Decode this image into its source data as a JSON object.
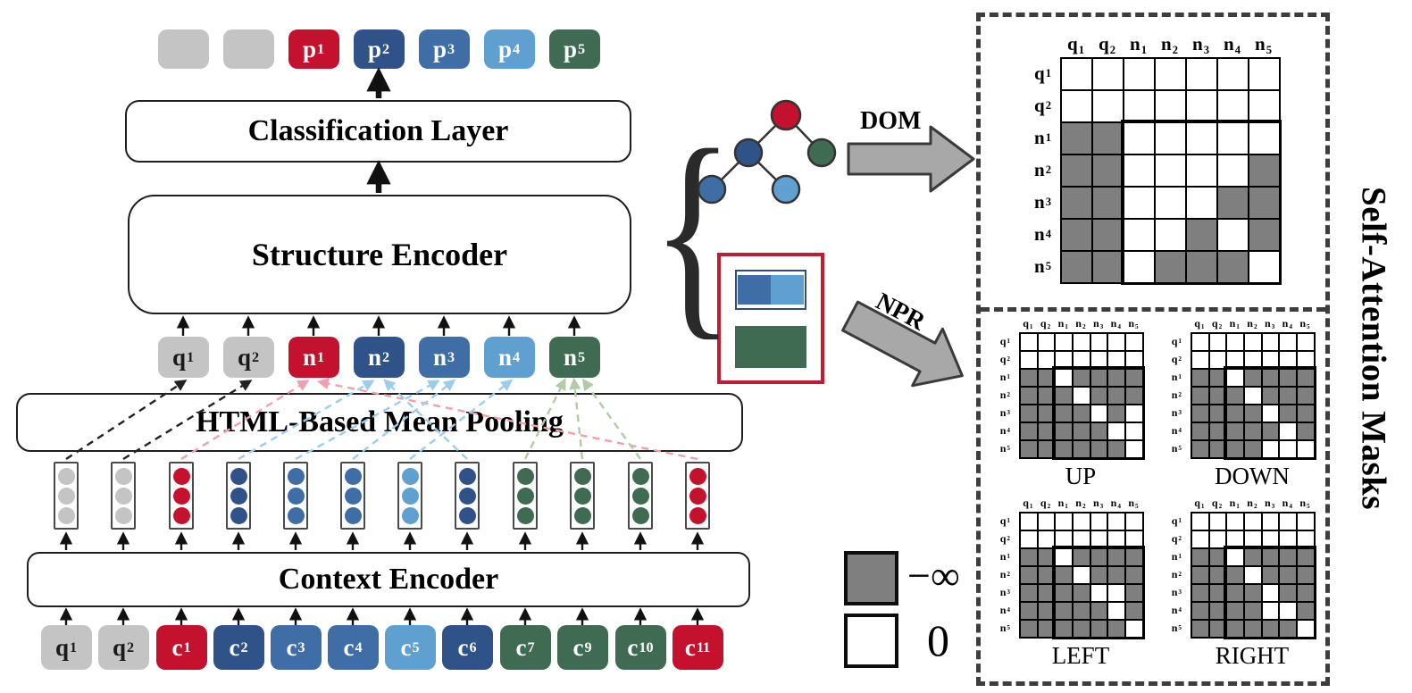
{
  "palette": {
    "red": "#c4122e",
    "dark_blue": "#2f5289",
    "mid_blue": "#3f6ea6",
    "light_blue": "#5fa0d0",
    "green": "#3f6b52",
    "gray": "#c4c4c4",
    "mask_gray": "#7f7f7f",
    "arrow_gray": "#a8a8a8",
    "page_border_red": "#bf1d34",
    "link_black": "#222222",
    "link_pink": "#f0a0ad",
    "link_blue": "#9ccdec",
    "link_green": "#b2cba4"
  },
  "layers": {
    "classification": "Classification Layer",
    "structure_encoder": "Structure Encoder",
    "mean_pooling": "HTML-Based Mean Pooling",
    "context_encoder": "Context Encoder"
  },
  "output_tokens": [
    {
      "b": "",
      "s": "",
      "color": "gray"
    },
    {
      "b": "",
      "s": "",
      "color": "gray"
    },
    {
      "b": "p",
      "s": "1",
      "color": "red"
    },
    {
      "b": "p",
      "s": "2",
      "color": "dark_blue"
    },
    {
      "b": "p",
      "s": "3",
      "color": "mid_blue"
    },
    {
      "b": "p",
      "s": "4",
      "color": "light_blue"
    },
    {
      "b": "p",
      "s": "5",
      "color": "green"
    }
  ],
  "node_tokens": [
    {
      "b": "q",
      "s": "1",
      "color": "gray"
    },
    {
      "b": "q",
      "s": "2",
      "color": "gray"
    },
    {
      "b": "n",
      "s": "1",
      "color": "red"
    },
    {
      "b": "n",
      "s": "2",
      "color": "dark_blue"
    },
    {
      "b": "n",
      "s": "3",
      "color": "mid_blue"
    },
    {
      "b": "n",
      "s": "4",
      "color": "light_blue"
    },
    {
      "b": "n",
      "s": "5",
      "color": "green"
    }
  ],
  "context_tokens": [
    {
      "b": "q",
      "s": "1",
      "color": "gray"
    },
    {
      "b": "q",
      "s": "2",
      "color": "gray"
    },
    {
      "b": "c",
      "s": "1",
      "color": "red"
    },
    {
      "b": "c",
      "s": "2",
      "color": "dark_blue"
    },
    {
      "b": "c",
      "s": "3",
      "color": "mid_blue"
    },
    {
      "b": "c",
      "s": "4",
      "color": "mid_blue"
    },
    {
      "b": "c",
      "s": "5",
      "color": "light_blue"
    },
    {
      "b": "c",
      "s": "6",
      "color": "dark_blue"
    },
    {
      "b": "c",
      "s": "7",
      "color": "green"
    },
    {
      "b": "c",
      "s": "9",
      "color": "green"
    },
    {
      "b": "c",
      "s": "10",
      "color": "green"
    },
    {
      "b": "c",
      "s": "11",
      "color": "red"
    }
  ],
  "vector_columns": [
    "gray",
    "gray",
    "red",
    "dark_blue",
    "mid_blue",
    "mid_blue",
    "light_blue",
    "dark_blue",
    "green",
    "green",
    "green",
    "red"
  ],
  "pooling_links": [
    {
      "from": 0,
      "to": 0,
      "color": "black"
    },
    {
      "from": 1,
      "to": 1,
      "color": "black"
    },
    {
      "from": 2,
      "to": 2,
      "color": "pink"
    },
    {
      "from": 11,
      "to": 2,
      "color": "pink"
    },
    {
      "from": 3,
      "to": 3,
      "color": "blue"
    },
    {
      "from": 7,
      "to": 3,
      "color": "blue"
    },
    {
      "from": 4,
      "to": 4,
      "color": "blue"
    },
    {
      "from": 5,
      "to": 4,
      "color": "blue"
    },
    {
      "from": 6,
      "to": 5,
      "color": "blue"
    },
    {
      "from": 8,
      "to": 6,
      "color": "green"
    },
    {
      "from": 9,
      "to": 6,
      "color": "green"
    },
    {
      "from": 10,
      "to": 6,
      "color": "green"
    }
  ],
  "middle": {
    "brace": "{",
    "dom_label": "DOM",
    "npr_label": "NPR",
    "tree": {
      "nodes": [
        {
          "color": "red"
        },
        {
          "color": "dark_blue"
        },
        {
          "color": "green"
        },
        {
          "color": "mid_blue"
        },
        {
          "color": "light_blue"
        }
      ],
      "edges": [
        [
          0,
          1
        ],
        [
          0,
          2
        ],
        [
          1,
          3
        ],
        [
          1,
          4
        ]
      ]
    },
    "page_preview": {
      "header_left": "mid_blue",
      "header_right": "light_blue",
      "body": "green"
    }
  },
  "masks_panel": {
    "side_title": "Self-Attention Masks",
    "axis_labels": [
      {
        "b": "q",
        "s": "1"
      },
      {
        "b": "q",
        "s": "2"
      },
      {
        "b": "n",
        "s": "1"
      },
      {
        "b": "n",
        "s": "2"
      },
      {
        "b": "n",
        "s": "3"
      },
      {
        "b": "n",
        "s": "4"
      },
      {
        "b": "n",
        "s": "5"
      }
    ],
    "dom_mask": {
      "rows": [
        "0000000",
        "0000000",
        "1100000",
        "1100001",
        "1100011",
        "1100101",
        "1101110"
      ]
    },
    "npr_masks": [
      {
        "label": "UP",
        "rows": [
          "0000000",
          "0000000",
          "1101111",
          "1110111",
          "1111010",
          "1111100",
          "1111110"
        ]
      },
      {
        "label": "DOWN",
        "rows": [
          "0000000",
          "0000000",
          "1101111",
          "1110111",
          "1111011",
          "1111101",
          "1111000"
        ]
      },
      {
        "label": "LEFT",
        "rows": [
          "0000000",
          "0000000",
          "1101111",
          "1110111",
          "1111001",
          "1111101",
          "1111110"
        ]
      },
      {
        "label": "RIGHT",
        "rows": [
          "0000000",
          "0000000",
          "1101111",
          "1110111",
          "1111011",
          "1111001",
          "1111110"
        ]
      }
    ],
    "legend": [
      {
        "symbol": "−∞",
        "cell": "gray"
      },
      {
        "symbol": "0",
        "cell": "white"
      }
    ]
  }
}
